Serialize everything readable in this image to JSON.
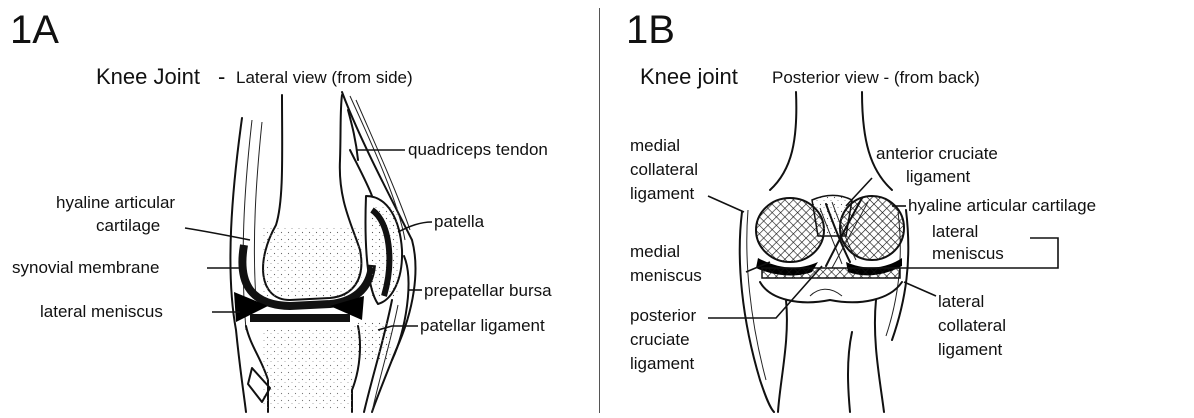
{
  "panel_a": {
    "letter": "1A",
    "title": "Knee Joint",
    "title_sep": "-",
    "subtitle": "Lateral view (from side)",
    "labels": {
      "quadriceps_tendon": "quadriceps tendon",
      "hyaline_articular_cartilage_line1": "hyaline articular",
      "hyaline_articular_cartilage_line2": "cartilage",
      "patella": "patella",
      "synovial_membrane": "synovial membrane",
      "prepatellar_bursa": "prepatellar bursa",
      "lateral_meniscus": "lateral meniscus",
      "patellar_ligament": "patellar ligament"
    }
  },
  "panel_b": {
    "letter": "1B",
    "title": "Knee joint",
    "subtitle": "Posterior view - (from back)",
    "labels": {
      "medial_collateral_line1": "medial",
      "medial_collateral_line2": "collateral",
      "medial_collateral_line3": "ligament",
      "anterior_cruciate_line1": "anterior cruciate",
      "anterior_cruciate_line2": "ligament",
      "hyaline_articular_cartilage": "hyaline articular cartilage",
      "medial_meniscus_line1": "medial",
      "medial_meniscus_line2": "meniscus",
      "lateral_meniscus_line1": "lateral",
      "lateral_meniscus_line2": "meniscus",
      "posterior_cruciate_line1": "posterior",
      "posterior_cruciate_line2": "cruciate",
      "posterior_cruciate_line3": "ligament",
      "lateral_collateral_line1": "lateral",
      "lateral_collateral_line2": "collateral",
      "lateral_collateral_line3": "ligament"
    }
  }
}
